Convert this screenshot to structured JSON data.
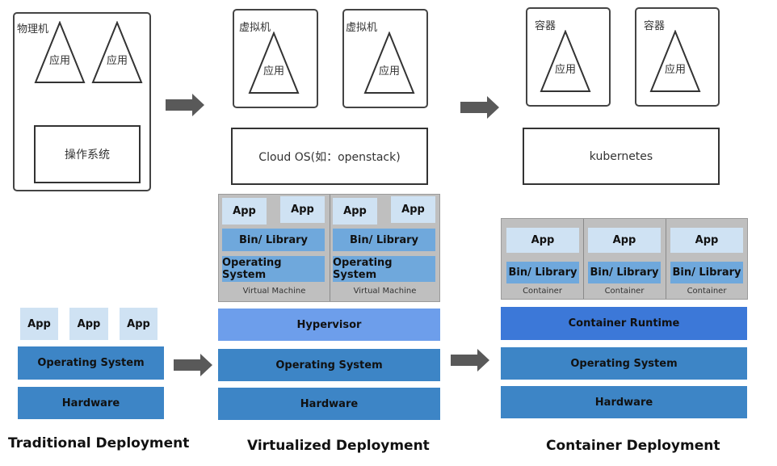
{
  "top": {
    "physical": {
      "label": "物理机",
      "apps": [
        "应用",
        "应用"
      ],
      "os": "操作系统"
    },
    "virtual": {
      "vms": [
        {
          "label": "虚拟机",
          "app": "应用"
        },
        {
          "label": "虚拟机",
          "app": "应用"
        }
      ],
      "platform": "Cloud OS(如：openstack)"
    },
    "container": {
      "containers": [
        {
          "label": "容器",
          "app": "应用"
        },
        {
          "label": "容器",
          "app": "应用"
        }
      ],
      "platform": "kubernetes"
    }
  },
  "traditional": {
    "apps": [
      "App",
      "App",
      "App"
    ],
    "os": "Operating System",
    "hardware": "Hardware",
    "title": "Traditional Deployment"
  },
  "virtualized": {
    "vms": [
      {
        "apps": [
          "App",
          "App"
        ],
        "lib": "Bin/ Library",
        "os": "Operating System",
        "caption": "Virtual Machine"
      },
      {
        "apps": [
          "App",
          "App"
        ],
        "lib": "Bin/ Library",
        "os": "Operating System",
        "caption": "Virtual Machine"
      }
    ],
    "hypervisor": "Hypervisor",
    "os": "Operating System",
    "hardware": "Hardware",
    "title": "Virtualized Deployment"
  },
  "containerized": {
    "containers": [
      {
        "app": "App",
        "lib": "Bin/ Library",
        "caption": "Container"
      },
      {
        "app": "App",
        "lib": "Bin/ Library",
        "caption": "Container"
      },
      {
        "app": "App",
        "lib": "Bin/ Library",
        "caption": "Container"
      }
    ],
    "runtime": "Container Runtime",
    "os": "Operating System",
    "hardware": "Hardware",
    "title": "Container Deployment"
  },
  "colors": {
    "app": "#cfe2f3",
    "library": "#6fa8dc",
    "base_layer": "#3d85c6",
    "hypervisor": "#6d9eeb",
    "runtime": "#3c78d8",
    "arrow": "#595959",
    "vm_frame": "#bfbfbf"
  }
}
